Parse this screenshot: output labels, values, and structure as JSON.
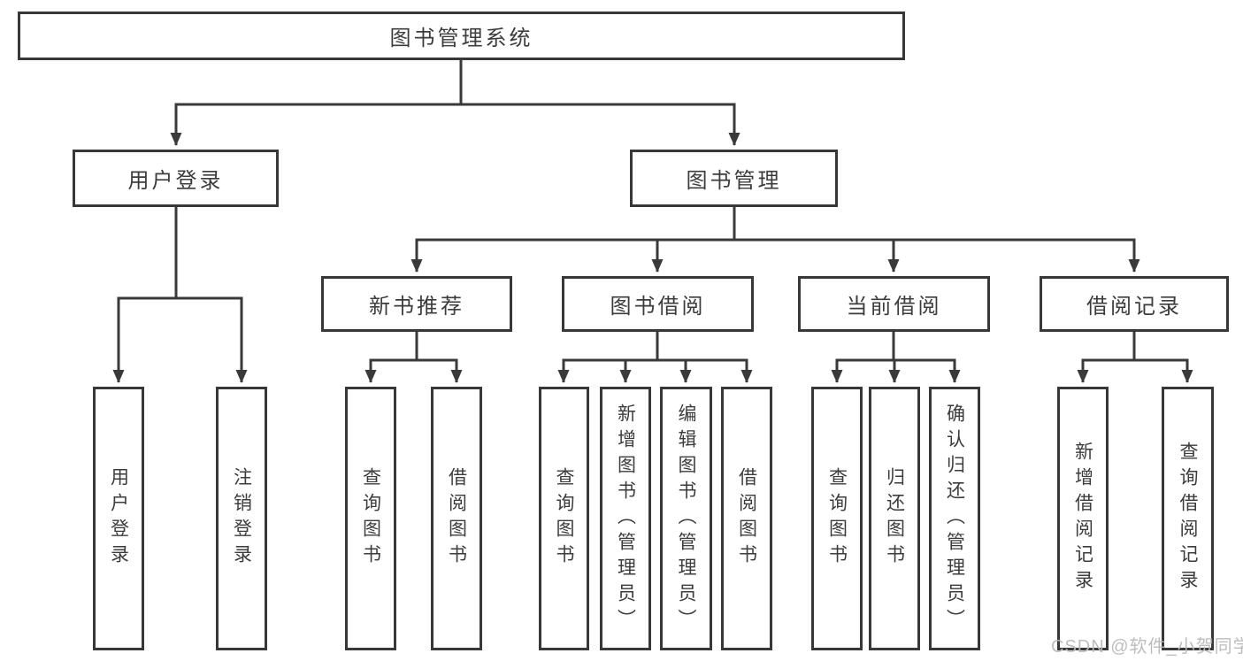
{
  "tree": {
    "root": {
      "label": "图书管理系统",
      "children": [
        {
          "label": "用户登录",
          "children": [
            {
              "label": "用户登录"
            },
            {
              "label": "注销登录"
            }
          ]
        },
        {
          "label": "图书管理",
          "children": [
            {
              "label": "新书推荐",
              "children": [
                {
                  "label": "查询图书"
                },
                {
                  "label": "借阅图书"
                }
              ]
            },
            {
              "label": "图书借阅",
              "children": [
                {
                  "label": "查询图书"
                },
                {
                  "label": "新增图书（管理员）"
                },
                {
                  "label": "编辑图书（管理员）"
                },
                {
                  "label": "借阅图书"
                }
              ]
            },
            {
              "label": "当前借阅",
              "children": [
                {
                  "label": "查询图书"
                },
                {
                  "label": "归还图书"
                },
                {
                  "label": "确认归还（管理员）"
                }
              ]
            },
            {
              "label": "借阅记录",
              "children": [
                {
                  "label": "新增借阅记录"
                },
                {
                  "label": "查询借阅记录"
                }
              ]
            }
          ]
        }
      ]
    }
  },
  "watermark": "CSDN @软件_小贺同学",
  "colors": {
    "line": "#3a3a3a",
    "box_border": "#383838",
    "text": "#3c3c3c",
    "watermark": "#b9b9b9",
    "background": "#ffffff"
  }
}
